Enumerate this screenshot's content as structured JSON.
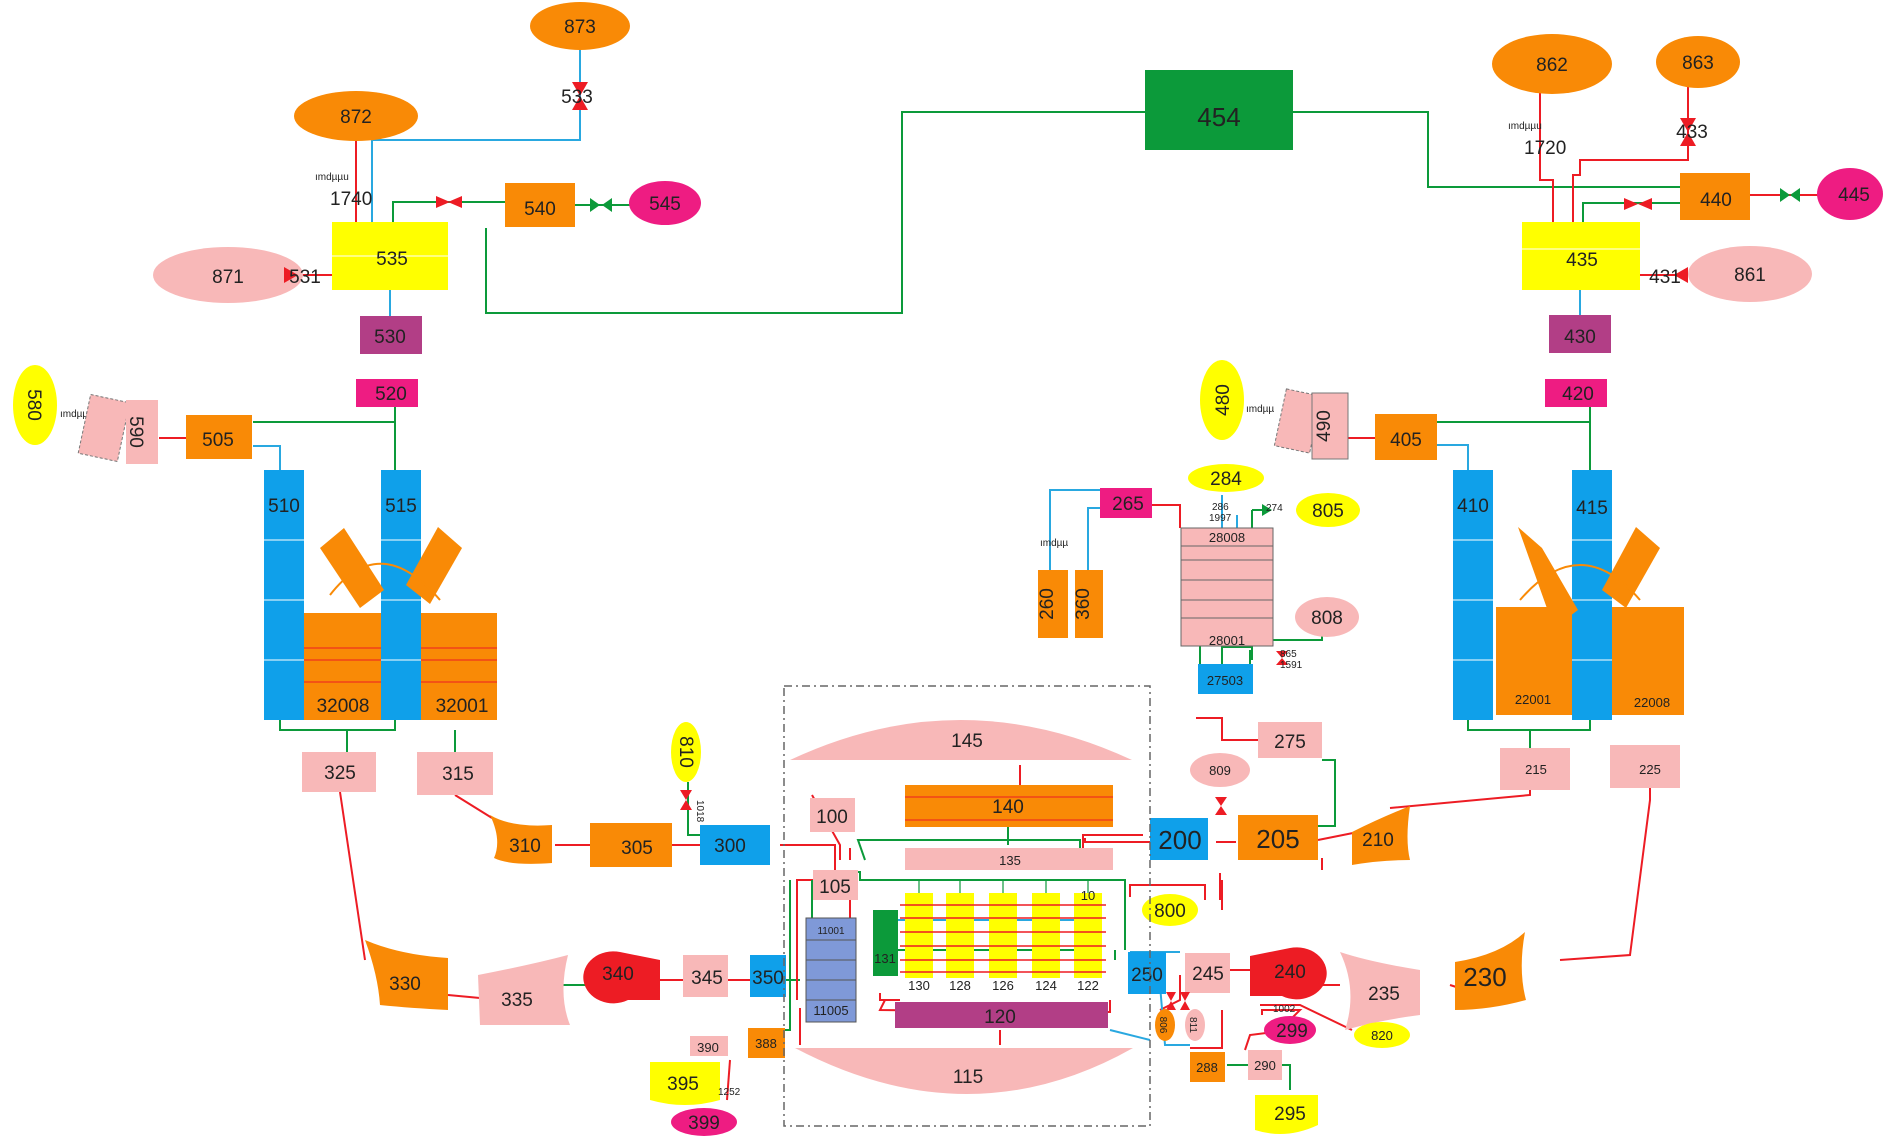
{
  "colors": {
    "orange": "#F98A06",
    "pink": "#F8B8B8",
    "blue": "#0FA0EA",
    "yellow": "#FFFF00",
    "magenta": "#EE1C82",
    "purple": "#B23E86",
    "green": "#0C9A3A",
    "red": "#ED1C24",
    "pipe_red": "#ED1C24",
    "pipe_green": "#0C9A3A",
    "pipe_blue": "#29A8E0"
  },
  "labels": {
    "n873": "873",
    "n533": "533",
    "n872": "872",
    "n1740": "1740",
    "n540": "540",
    "n545": "545",
    "n871": "871",
    "n531": "531",
    "n535": "535",
    "n530": "530",
    "n520": "520",
    "n580": "580",
    "n590": "590",
    "n505": "505",
    "n510": "510",
    "n515": "515",
    "n32008": "32008",
    "n32001": "32001",
    "n325": "325",
    "n315": "315",
    "n310": "310",
    "n305": "305",
    "n810": "810",
    "n1018": "1018",
    "n300": "300",
    "n330": "330",
    "n335": "335",
    "n340": "340",
    "n345": "345",
    "n350": "350",
    "n390": "390",
    "n388": "388",
    "n395": "395",
    "n1252": "1252",
    "n399": "399",
    "n454": "454",
    "n862": "862",
    "n863": "863",
    "n433": "433",
    "n1720": "1720",
    "n440": "440",
    "n445": "445",
    "n435": "435",
    "n431": "431",
    "n861": "861",
    "n430": "430",
    "n420": "420",
    "n480": "480",
    "n490": "490",
    "n405": "405",
    "n410": "410",
    "n415": "415",
    "n22001": "22001",
    "n22008": "22008",
    "n215": "215",
    "n225": "225",
    "n210": "210",
    "n230": "230",
    "n235": "235",
    "n240": "240",
    "n245": "245",
    "n250": "250",
    "n200": "200",
    "n205": "205",
    "n275": "275",
    "n809": "809",
    "n27503": "27503",
    "n28008": "28008",
    "n28001": "28001",
    "n808": "808",
    "n865": "865",
    "n1591": "1591",
    "n284": "284",
    "n265": "265",
    "n286": "286",
    "n1997": "1997",
    "n274": "274",
    "n805": "805",
    "n260": "260",
    "n360": "360",
    "n145": "145",
    "n140": "140",
    "n135": "135",
    "n100": "100",
    "n105": "105",
    "n11001": "11001",
    "n11005": "11005",
    "n131": "131",
    "n130": "130",
    "n128": "128",
    "n126": "126",
    "n124": "124",
    "n122": "122",
    "n10": "10",
    "n120": "120",
    "n115": "115",
    "n800": "800",
    "n806": "806",
    "n811": "811",
    "n299": "299",
    "n1002": "1002",
    "n820": "820",
    "n288": "288",
    "n290": "290",
    "n295": "295"
  }
}
